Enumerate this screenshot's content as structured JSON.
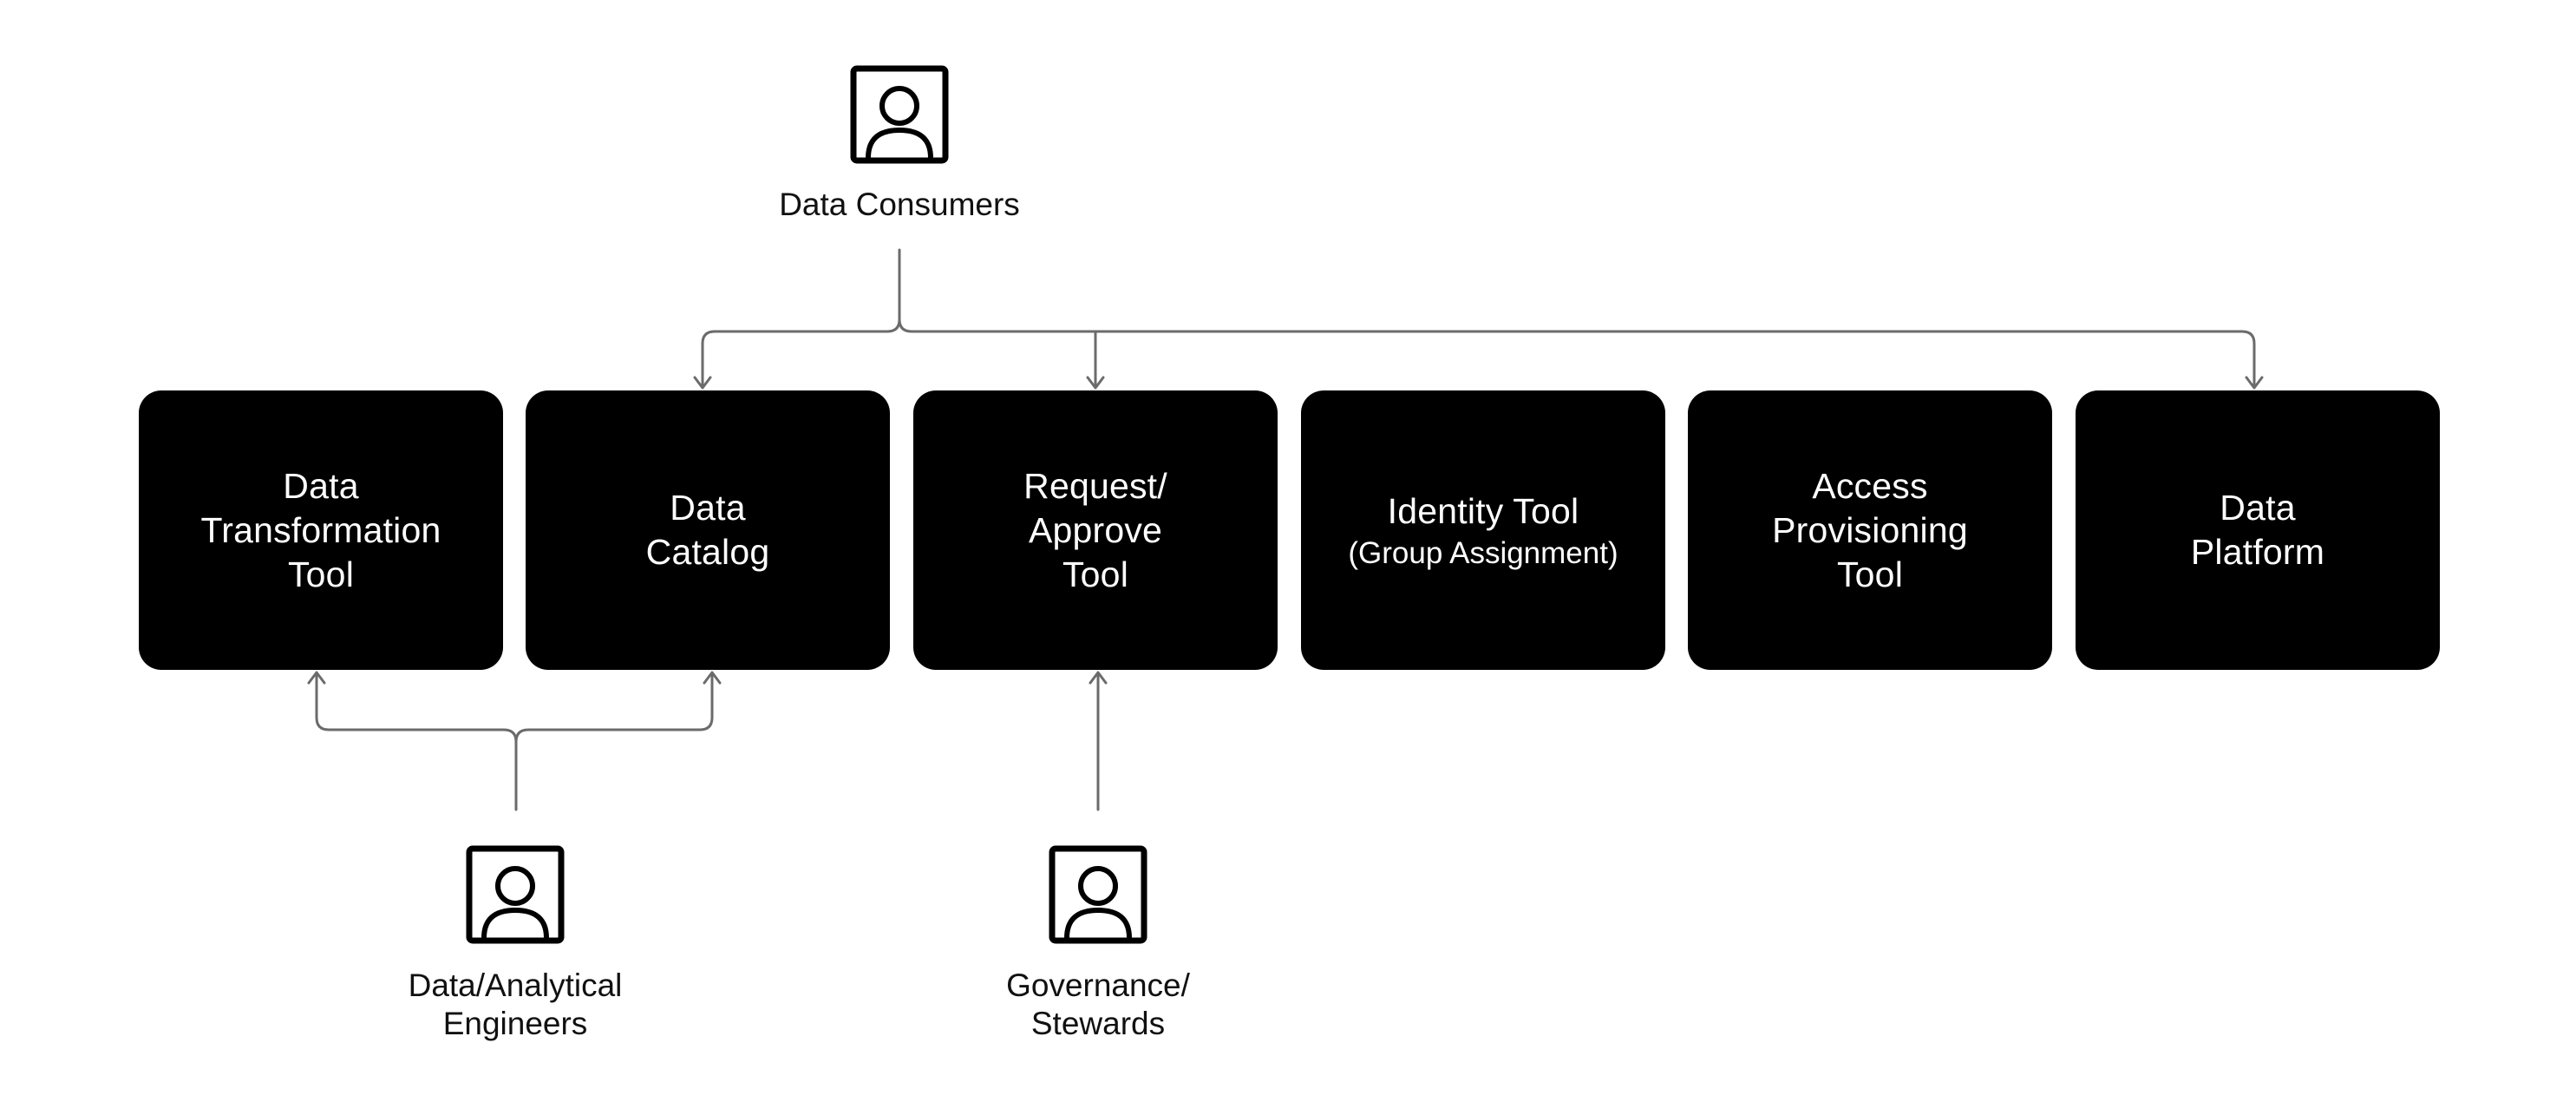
{
  "actors": {
    "consumers": {
      "icon": "person-icon",
      "label": "Data Consumers"
    },
    "engineers": {
      "icon": "person-icon",
      "line1": "Data/Analytical",
      "line2": "Engineers"
    },
    "governance": {
      "icon": "person-icon",
      "line1": "Governance/",
      "line2": "Stewards"
    }
  },
  "boxes": {
    "data_transformation_tool": {
      "line1": "Data",
      "line2": "Transformation",
      "line3": "Tool"
    },
    "data_catalog": {
      "line1": "Data",
      "line2": "Catalog"
    },
    "request_approve_tool": {
      "line1": "Request/",
      "line2": "Approve",
      "line3": "Tool"
    },
    "identity_tool": {
      "line1": "Identity Tool",
      "sub": "(Group Assignment)"
    },
    "access_provisioning_tool": {
      "line1": "Access",
      "line2": "Provisioning",
      "line3": "Tool"
    },
    "data_platform": {
      "line1": "Data",
      "line2": "Platform"
    }
  },
  "colors": {
    "box_fill": "#000000",
    "box_text": "#ffffff",
    "connector": "#6b6b6b",
    "text": "#111111"
  }
}
